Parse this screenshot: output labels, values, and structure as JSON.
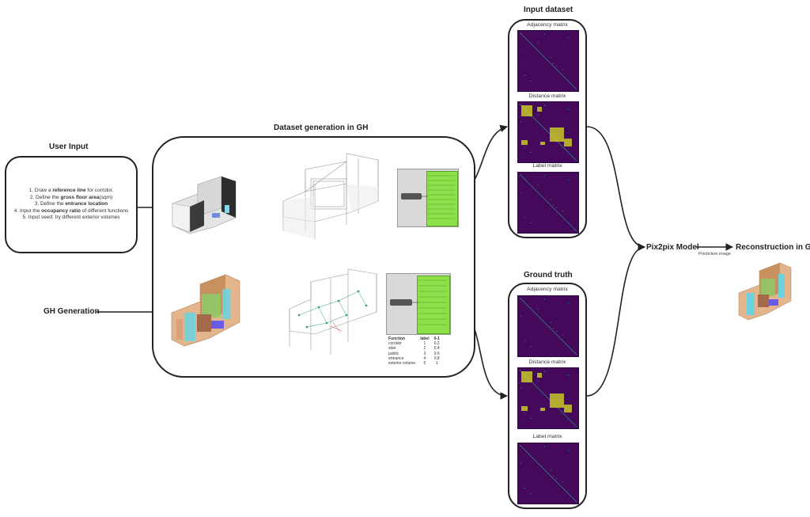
{
  "user_input": {
    "title": "User Input",
    "steps": [
      {
        "pre": "1. Draw a ",
        "bold": "reference line",
        "post": " for corridor."
      },
      {
        "pre": "2. Define the ",
        "bold": "gross floor area",
        "post": "(sqm)"
      },
      {
        "pre": "3. Define the ",
        "bold": "entrance location",
        "post": ""
      },
      {
        "pre": "4. Input the ",
        "bold": "occupancy ratio",
        "post": " of different functions"
      },
      {
        "pre": "5. Input seed: try different exterior volumes",
        "bold": "",
        "post": ""
      }
    ]
  },
  "gh_generation": {
    "title": "GH Generation"
  },
  "dataset_generation": {
    "title": "Dataset generation in GH"
  },
  "input_dataset": {
    "title": "Input dataset",
    "panels": [
      "Adjacency matrix",
      "Distance matrix",
      "Label matrix"
    ]
  },
  "ground_truth": {
    "title": "Ground truth",
    "panels": [
      "Adjacency matrix",
      "Distance matrix",
      "Label matrix"
    ]
  },
  "model": {
    "title": "Pix2pix Model",
    "edge_label": "Prediction image"
  },
  "reconstruction": {
    "title": "Reconstruction in GH"
  },
  "function_table": {
    "headers": [
      "Function",
      "label",
      "0-1"
    ],
    "rows": [
      [
        "corridor",
        "1",
        "0.2"
      ],
      [
        "stair",
        "2",
        "0.4"
      ],
      [
        "public",
        "3",
        "0.6"
      ],
      [
        "entrance",
        "4",
        "0.8"
      ],
      [
        "exterior volume",
        "5",
        "1"
      ]
    ]
  },
  "colors": {
    "matrix_bg": "#45095b",
    "matrix_diag": "#2a9d8f",
    "matrix_bright": "#d9e021",
    "gh_green": "#8ee04a",
    "outline": "#222222"
  }
}
